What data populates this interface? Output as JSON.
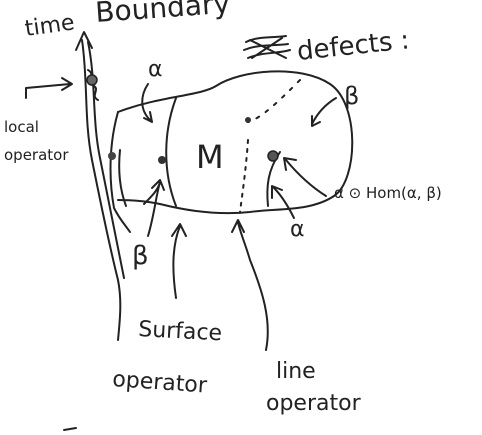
{
  "labels": {
    "time": "time",
    "boundary": "Boundary",
    "defects": "defects :",
    "local_operator_line1": "local",
    "local_operator_line2": "operator",
    "alpha_top": "α",
    "beta_right": "β",
    "manifold": "M",
    "hom": "α ⊙ Hom(α, β)",
    "alpha_bottom": "α",
    "beta_left": "β",
    "surface_operator_line1": "Surface",
    "surface_operator_line2": "operator",
    "line_operator_line1": "line",
    "line_operator_line2": "operator"
  },
  "colors": {
    "ink": "#222222",
    "background": "#ffffff"
  }
}
